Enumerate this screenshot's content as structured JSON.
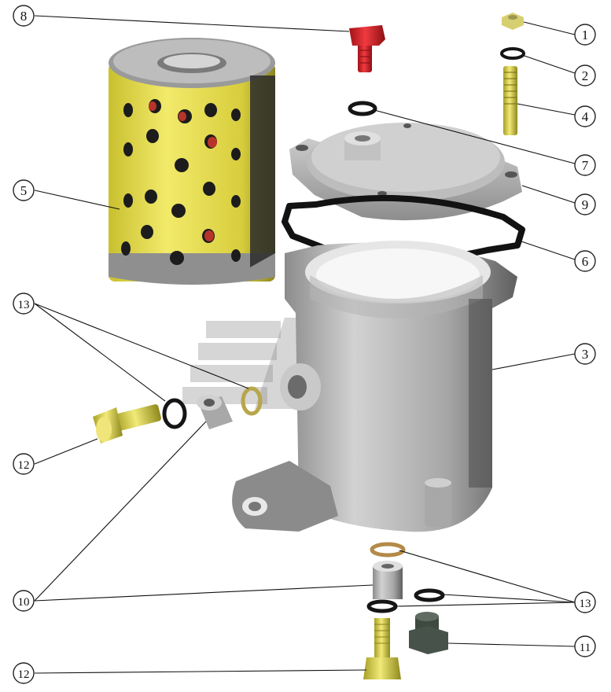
{
  "callouts": {
    "c1": "1",
    "c2": "2",
    "c3": "3",
    "c4": "4",
    "c5": "5",
    "c6": "6",
    "c7": "7",
    "c8": "8",
    "c9": "9",
    "c10": "10",
    "c11": "11",
    "c12a": "12",
    "c12b": "12",
    "c13a": "13",
    "c13b": "13"
  },
  "colors": {
    "filter_yellow": "#e8e04a",
    "filter_hole_red": "#b8342b",
    "bolt_red": "#d8242c",
    "bolt_yellow": "#e7dc55",
    "housing_grey": "#a9a9a9",
    "gasket_black": "#151515",
    "watermark_grey": "#8a8a8a"
  }
}
